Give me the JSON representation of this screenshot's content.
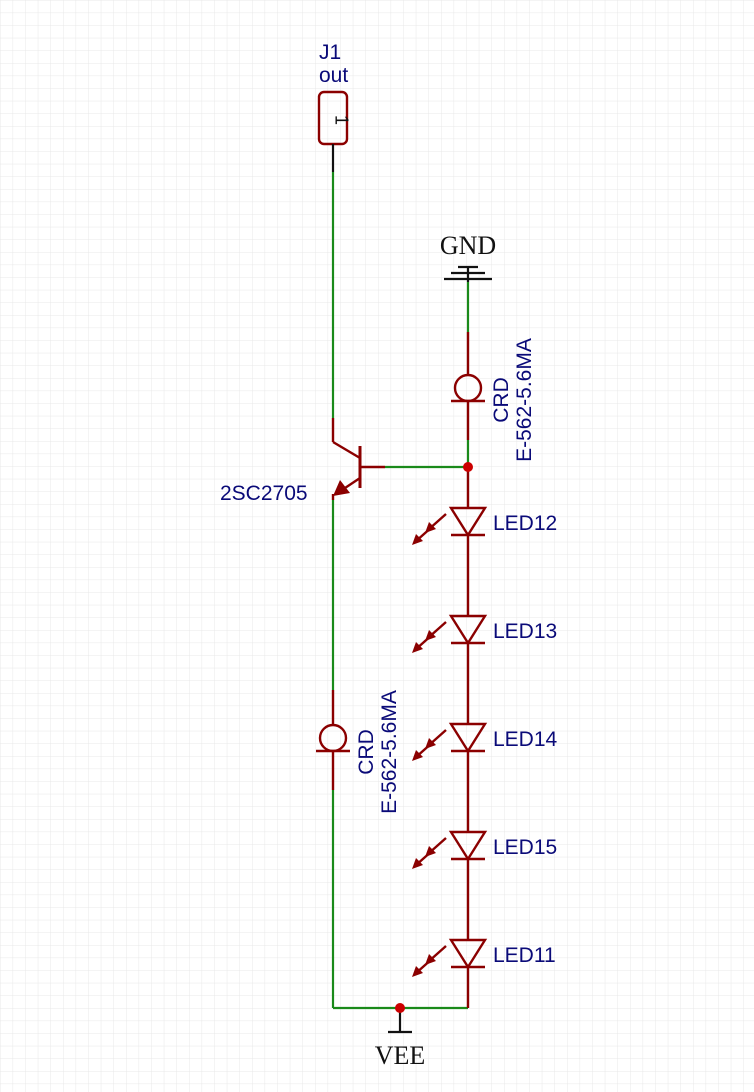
{
  "colors": {
    "background": "#ffffff",
    "grid": "#e8e8e8",
    "wire": "#1a8a1a",
    "component": "#8b0000",
    "junction": "#cc0000",
    "label": "#0a0a78",
    "power_text": "#111111"
  },
  "connector": {
    "ref": "J1",
    "value": "out",
    "pin": "1"
  },
  "transistor": {
    "value": "2SC2705"
  },
  "crd_top": {
    "ref": "CRD",
    "value": "E-562-5.6MA"
  },
  "crd_bottom": {
    "ref": "CRD",
    "value": "E-562-5.6MA"
  },
  "leds": [
    {
      "ref": "LED12"
    },
    {
      "ref": "LED13"
    },
    {
      "ref": "LED14"
    },
    {
      "ref": "LED15"
    },
    {
      "ref": "LED11"
    }
  ],
  "power": {
    "gnd": "GND",
    "vee": "VEE"
  }
}
